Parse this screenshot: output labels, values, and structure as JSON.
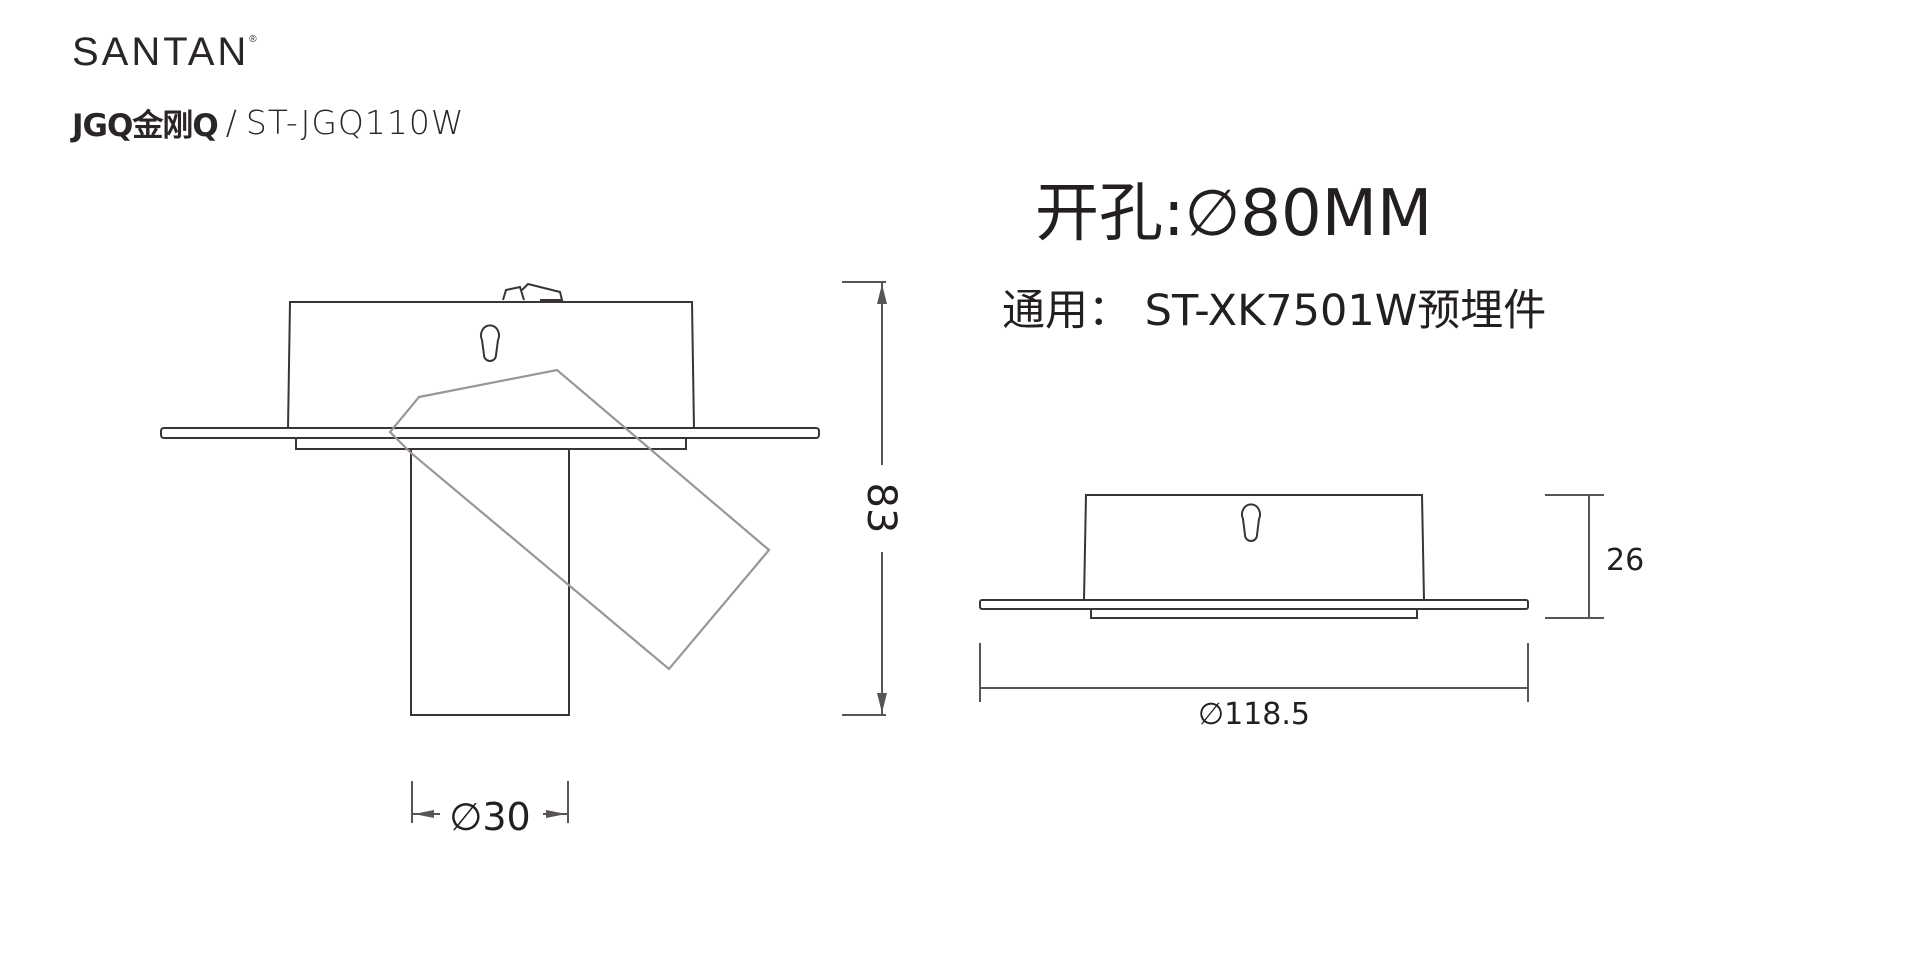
{
  "header": {
    "brand": "SANTAN",
    "brand_mark": "®",
    "series_logo": "JGQ金刚Q",
    "separator": "/",
    "model": "ST-JGQ110W"
  },
  "specs": {
    "cutout": "开孔:∅80MM",
    "compatible": "通用： ST-XK7501W预埋件"
  },
  "dimensions": {
    "height_total": "83",
    "lamp_diameter": "∅30",
    "housing_height": "26",
    "flange_diameter": "∅118.5"
  },
  "colors": {
    "line": "#3a3434",
    "tilt_outline": "#9a9696"
  }
}
